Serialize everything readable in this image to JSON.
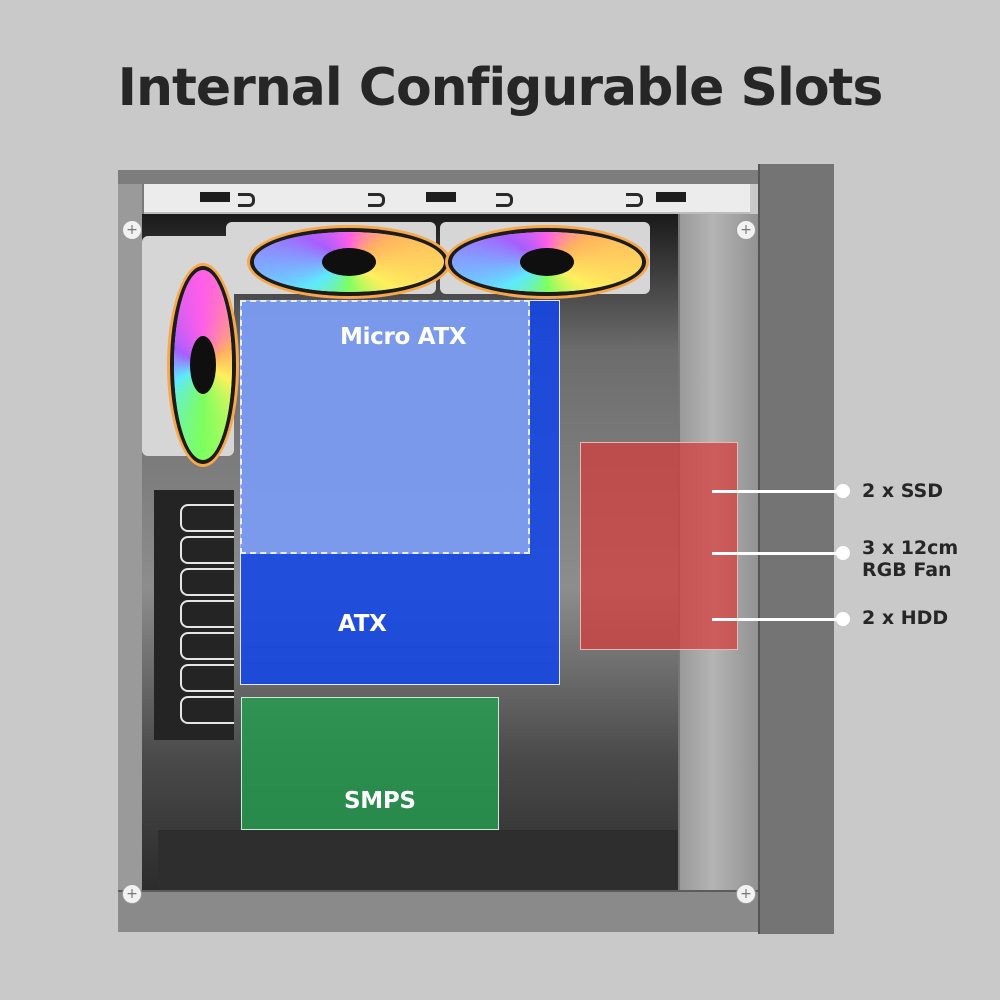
{
  "header": {
    "title": "Internal Configurable Slots"
  },
  "zones": {
    "micro_atx": {
      "label": "Micro ATX",
      "color": "#96AFF0"
    },
    "atx": {
      "label": "ATX",
      "color": "#1246E6"
    },
    "smps": {
      "label": "SMPS",
      "color": "#23A050"
    },
    "drive_bay": {
      "color": "#D73C3C"
    }
  },
  "callouts": [
    {
      "label_line1": "2 x SSD",
      "label_line2": ""
    },
    {
      "label_line1": "3 x 12cm",
      "label_line2": "RGB Fan"
    },
    {
      "label_line1": "2 x HDD",
      "label_line2": ""
    }
  ],
  "case": {
    "fans": [
      {
        "name": "top-fan-left",
        "type": "rgb-fan"
      },
      {
        "name": "top-fan-right",
        "type": "rgb-fan"
      },
      {
        "name": "rear-fan",
        "type": "rgb-fan"
      }
    ],
    "pci_slots": 7
  },
  "colors": {
    "background": "#C9C9C9",
    "title": "#262626",
    "callout_line": "#FFFFFF"
  }
}
